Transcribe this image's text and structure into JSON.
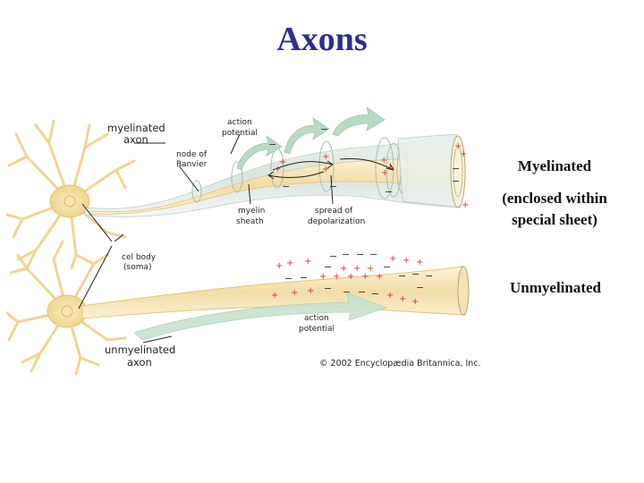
{
  "slide": {
    "title": "Axons",
    "myelinated_text": "Myelinated",
    "enclosed_line1": "(enclosed within",
    "enclosed_line2": "special sheet)",
    "unmyelinated_text": "Unmyelinated"
  },
  "figure": {
    "myelinated_axon_l1": "myelinated",
    "myelinated_axon_l2": "axon",
    "action_potential_top_l1": "action",
    "action_potential_top_l2": "potential",
    "node_ranvier_l1": "node of",
    "node_ranvier_l2": "Ranvier",
    "myelin_sheath_l1": "myelin",
    "myelin_sheath_l2": "sheath",
    "spread_l1": "spread of",
    "spread_l2": "depolarization",
    "cell_body_l1": "cel body",
    "cell_body_l2": "(soma)",
    "action_potential_bottom_l1": "action",
    "action_potential_bottom_l2": "potential",
    "unmyelinated_axon_l1": "unmyelinated",
    "unmyelinated_axon_l2": "axon",
    "copyright": "© 2002 Encyclopædia Britannica, Inc.",
    "plus": "+",
    "minus": "−"
  },
  "colors": {
    "title": "#2b2f8f",
    "axon_fill": "#f3e2b2",
    "neuron_fill": "#f4dd9a",
    "arrow_fill": "#b9d9c4",
    "charge_positive": "#d8343a"
  }
}
